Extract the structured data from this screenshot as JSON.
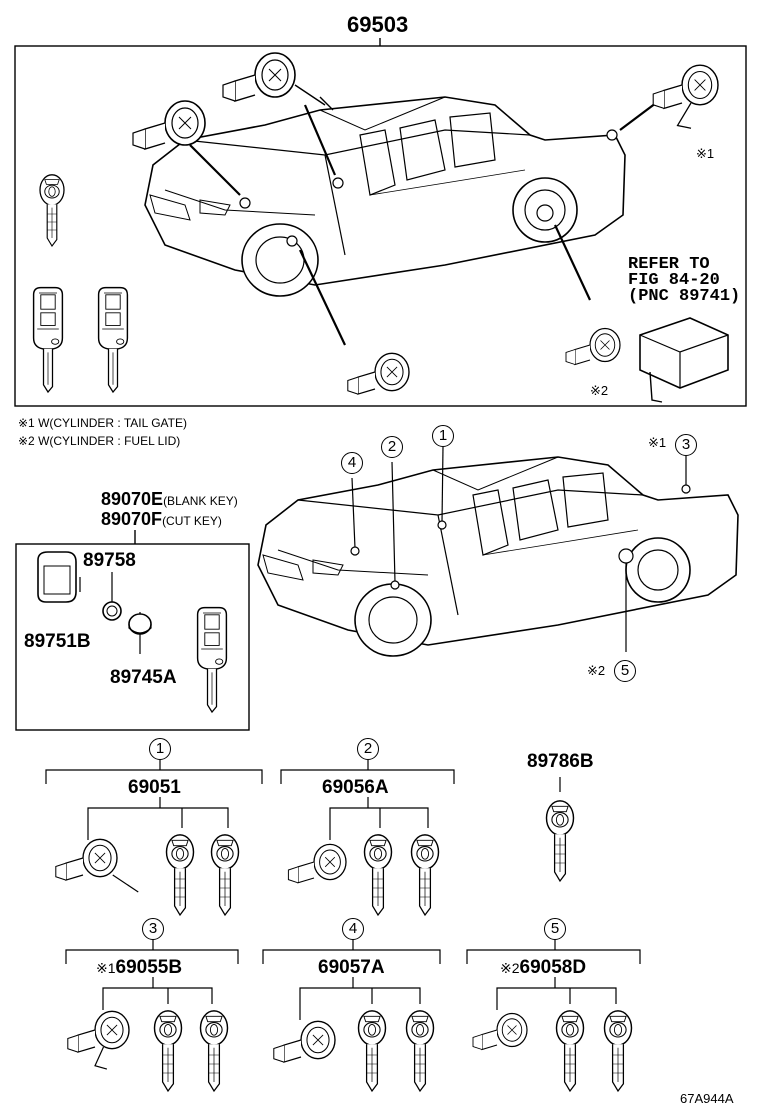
{
  "top_group": {
    "part_number": "69503",
    "refer_note_lines": [
      "REFER TO",
      "FIG 84-20",
      "(PNC 89741)"
    ],
    "marker_1": "※1",
    "marker_2": "※2"
  },
  "notes": [
    "※1 W(CYLINDER : TAIL GATE)",
    "※2 W(CYLINDER : FUEL LID)"
  ],
  "key_group": {
    "line1_number": "89070E",
    "line1_suffix": "(BLANK KEY)",
    "line2_number": "89070F",
    "line2_suffix": "(CUT KEY)",
    "parts": {
      "p89758": "89758",
      "p89751B": "89751B",
      "p89745A": "89745A"
    }
  },
  "vehicle_callouts": {
    "c1": "1",
    "c2": "2",
    "c3": "3",
    "c4": "4",
    "c5": "5",
    "mark1": "※1",
    "mark2": "※2"
  },
  "sets": {
    "s1": {
      "index": "1",
      "part": "69051"
    },
    "s2": {
      "index": "2",
      "part": "69056A"
    },
    "s3": {
      "index": "3",
      "prefix": "※1",
      "part": "69055B"
    },
    "s4": {
      "index": "4",
      "part": "69057A"
    },
    "s5": {
      "index": "5",
      "prefix": "※2",
      "part": "69058D"
    }
  },
  "single_key": {
    "part": "89786B"
  },
  "figure_id": "67A944A"
}
